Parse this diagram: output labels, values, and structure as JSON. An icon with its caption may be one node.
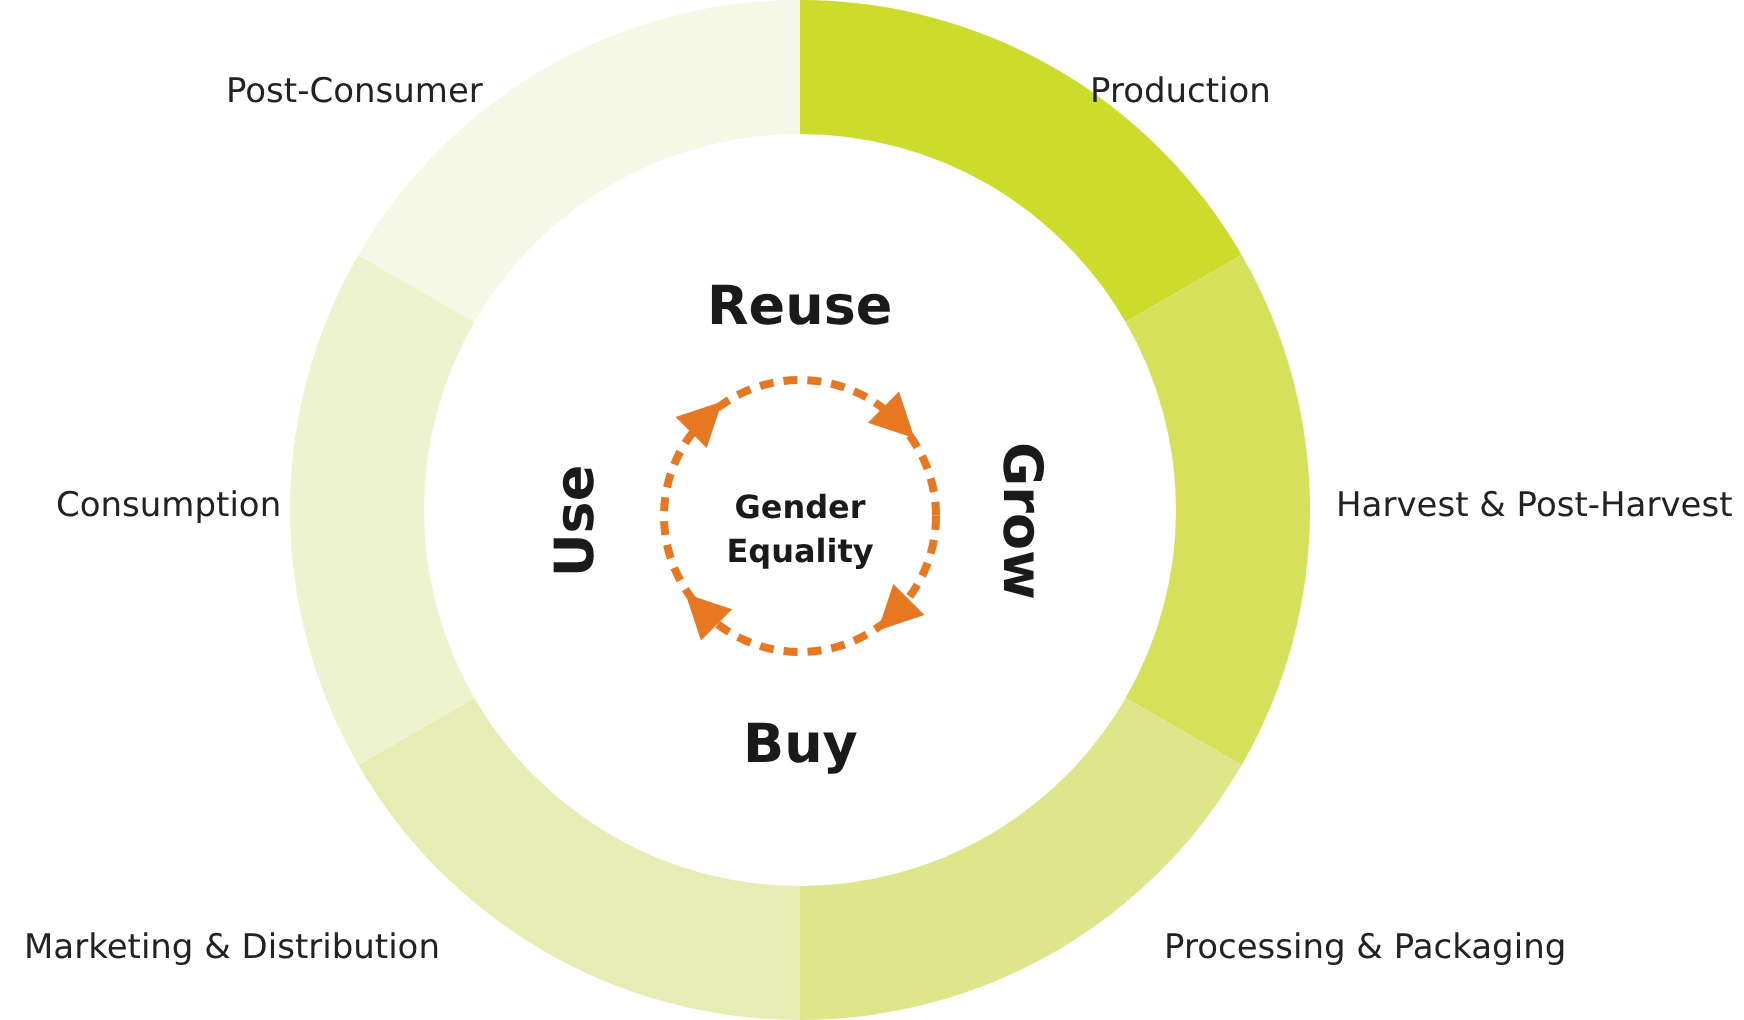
{
  "diagram": {
    "nodes": [
      {
        "text": [
          "Production"
        ]
      },
      {
        "text": [
          "Harvest & Post-Harvest"
        ]
      },
      {
        "text": [
          "Processing & Packaging"
        ]
      },
      {
        "text": [
          "Marketing & Distribution"
        ]
      },
      {
        "text": [
          "Consumption"
        ]
      },
      {
        "text": [
          "Post-Consumer"
        ]
      }
    ],
    "labels": [
      "Reuse",
      "Use",
      "Gender Equality",
      "Grow",
      "Buy"
    ]
  }
}
